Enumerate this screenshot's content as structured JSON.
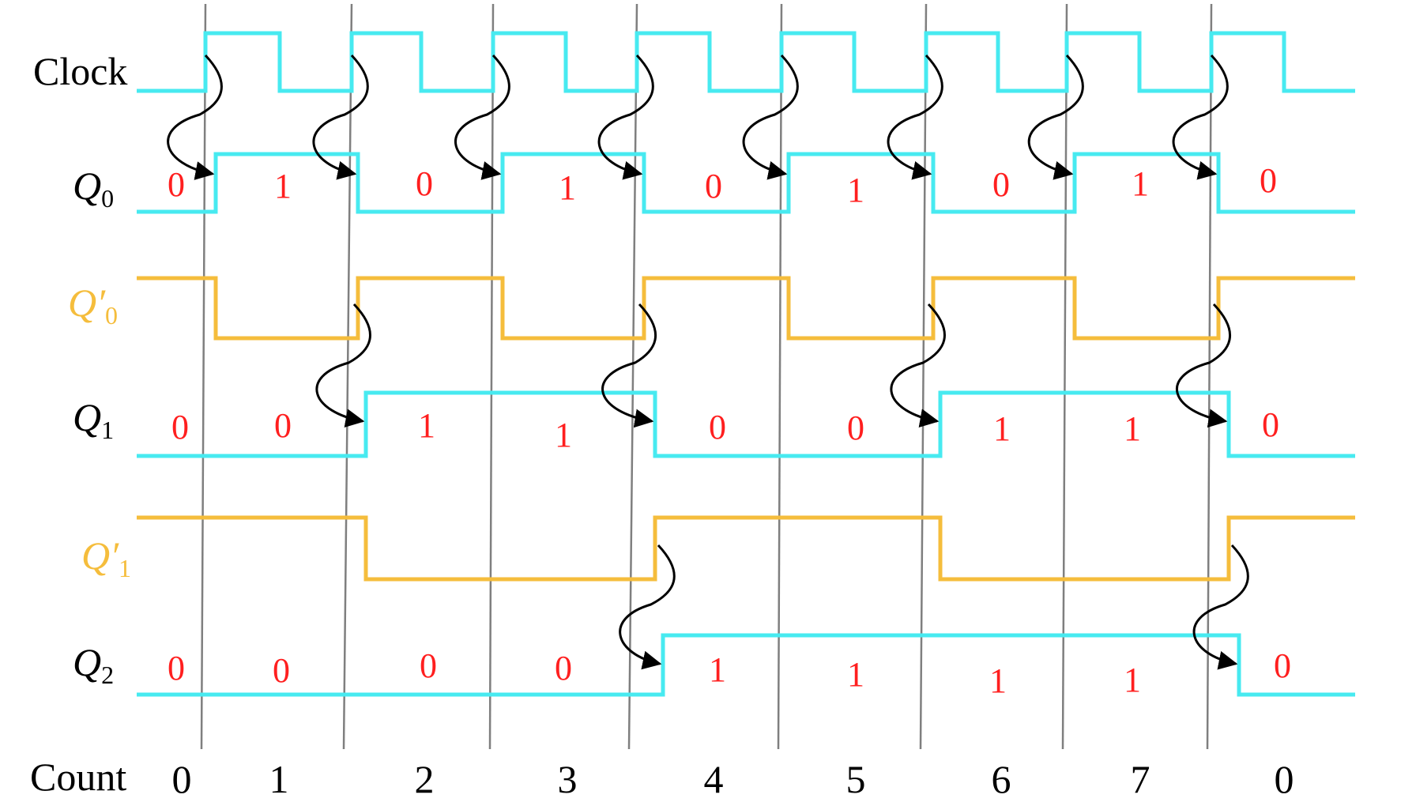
{
  "colors": {
    "q_trace": "#47eaf0",
    "qbar_trace": "#f5bd3c",
    "bit_text": "#ff1f1f",
    "guide": "#7f7f7f",
    "arrow": "#000000",
    "label": "#000000"
  },
  "rows": [
    {
      "id": "clock",
      "label": "Clock",
      "sub": "",
      "color": "q"
    },
    {
      "id": "q0",
      "label": "Q",
      "sub": "0",
      "color": "q",
      "bits": [
        "0",
        "1",
        "0",
        "1",
        "0",
        "1",
        "0",
        "1",
        "0"
      ]
    },
    {
      "id": "q0-prime",
      "label": "Q′",
      "sub": "0",
      "color": "qbar"
    },
    {
      "id": "q1",
      "label": "Q",
      "sub": "1",
      "color": "q",
      "bits": [
        "0",
        "0",
        "1",
        "1",
        "0",
        "0",
        "1",
        "1",
        "0"
      ]
    },
    {
      "id": "q1-prime",
      "label": "Q′",
      "sub": "1",
      "color": "qbar"
    },
    {
      "id": "q2",
      "label": "Q",
      "sub": "2",
      "color": "q",
      "bits": [
        "0",
        "0",
        "0",
        "0",
        "1",
        "1",
        "1",
        "1",
        "0"
      ]
    }
  ],
  "count_label": "Count",
  "counts": [
    "0",
    "1",
    "2",
    "3",
    "4",
    "5",
    "6",
    "7",
    "0"
  ]
}
